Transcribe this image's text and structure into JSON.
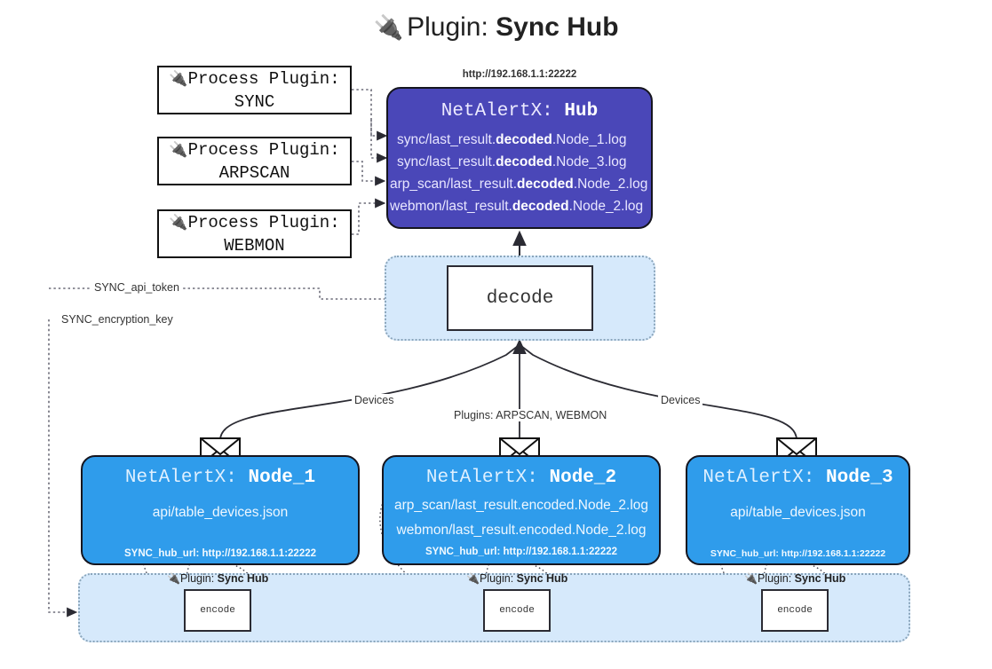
{
  "title": {
    "icon": "plug-icon",
    "prefix": "Plugin:",
    "name": "Sync Hub"
  },
  "process_plugins": [
    {
      "line1": "Process Plugin:",
      "line2": "SYNC"
    },
    {
      "line1": "Process Plugin:",
      "line2": "ARPSCAN"
    },
    {
      "line1": "Process Plugin:",
      "line2": "WEBMON"
    }
  ],
  "hub": {
    "url": "http://192.168.1.1:22222",
    "title_prefix": "NetAlertX:",
    "title_name": "Hub",
    "rows": [
      {
        "pre": "sync/last_result.",
        "em": "decoded",
        "post": ".Node_1.log"
      },
      {
        "pre": "sync/last_result.",
        "em": "decoded",
        "post": ".Node_3.log"
      },
      {
        "pre": "arp_scan/last_result.",
        "em": "decoded",
        "post": ".Node_2.log"
      },
      {
        "pre": "webmon/last_result.",
        "em": "decoded",
        "post": ".Node_2.log"
      }
    ]
  },
  "decode": {
    "label": "decode"
  },
  "config_labels": {
    "api_token": "SYNC_api_token",
    "encryption_key": "SYNC_encryption_key"
  },
  "edge_labels": {
    "devices_left": "Devices",
    "devices_right": "Devices",
    "plugins_mid": "Plugins: ARPSCAN, WEBMON"
  },
  "nodes": [
    {
      "title_prefix": "NetAlertX:",
      "title_name": "Node_1",
      "lines": [
        "api/table_devices.json"
      ],
      "foot": "SYNC_hub_url: http://192.168.1.1:22222",
      "icon": "envelope-icon"
    },
    {
      "title_prefix": "NetAlertX:",
      "title_name": "Node_2",
      "lines": [
        "arp_scan/last_result.encoded.Node_2.log",
        "webmon/last_result.encoded.Node_2.log"
      ],
      "foot": "SYNC_hub_url: http://192.168.1.1:22222",
      "icon": "envelope-icon"
    },
    {
      "title_prefix": "NetAlertX:",
      "title_name": "Node_3",
      "lines": [
        "api/table_devices.json"
      ],
      "foot": "SYNC_hub_url: http://192.168.1.1:22222",
      "icon": "envelope-icon"
    }
  ],
  "encoders": [
    {
      "plugin_prefix": "Plugin:",
      "plugin_name": "Sync Hub",
      "label": "encode"
    },
    {
      "plugin_prefix": "Plugin:",
      "plugin_name": "Sync Hub",
      "label": "encode"
    },
    {
      "plugin_prefix": "Plugin:",
      "plugin_name": "Sync Hub",
      "label": "encode"
    }
  ],
  "colors": {
    "hub": "#4a47b8",
    "node": "#2f9ceb",
    "container": "#d6e9fb",
    "line": "#333333"
  }
}
